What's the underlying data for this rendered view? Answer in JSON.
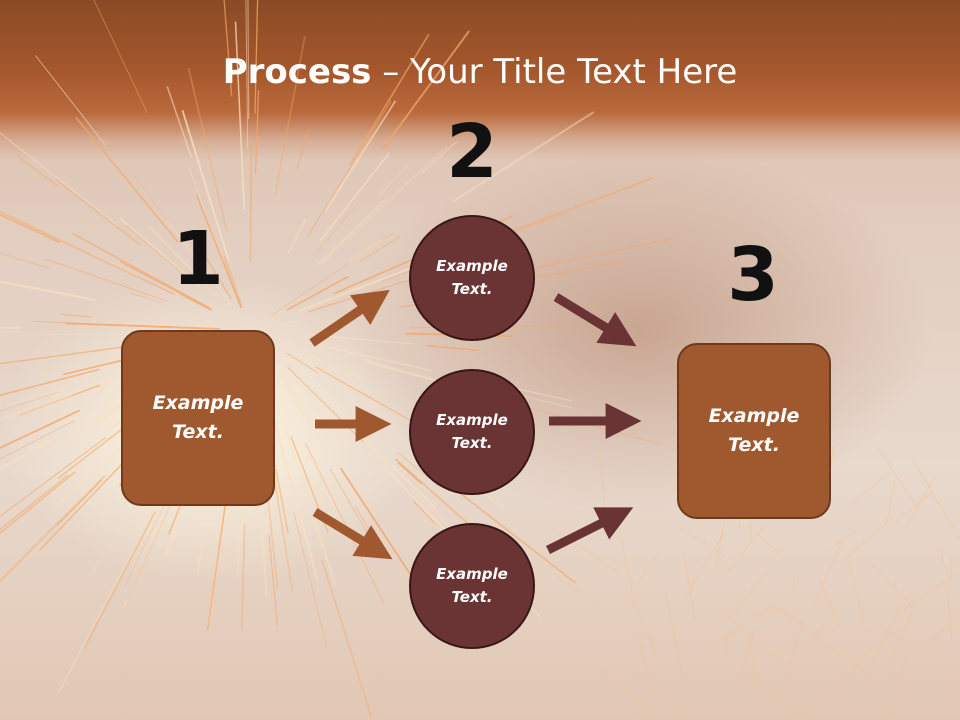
{
  "title": {
    "bold": "Process",
    "rest": " – Your Title Text Here"
  },
  "steps": [
    {
      "number": "1",
      "label": "Example Text."
    },
    {
      "number": "2",
      "label": "Example Text."
    },
    {
      "number": "3",
      "label": "Example Text."
    }
  ],
  "circles": [
    {
      "label": "Example Text."
    },
    {
      "label": "Example Text."
    },
    {
      "label": "Example Text."
    }
  ],
  "colors": {
    "box_fill": "#a0582f",
    "circle_fill": "#6a3434",
    "left_arrow": "#a0582f",
    "right_arrow": "#6a3434",
    "title_band": "#a6582d"
  }
}
